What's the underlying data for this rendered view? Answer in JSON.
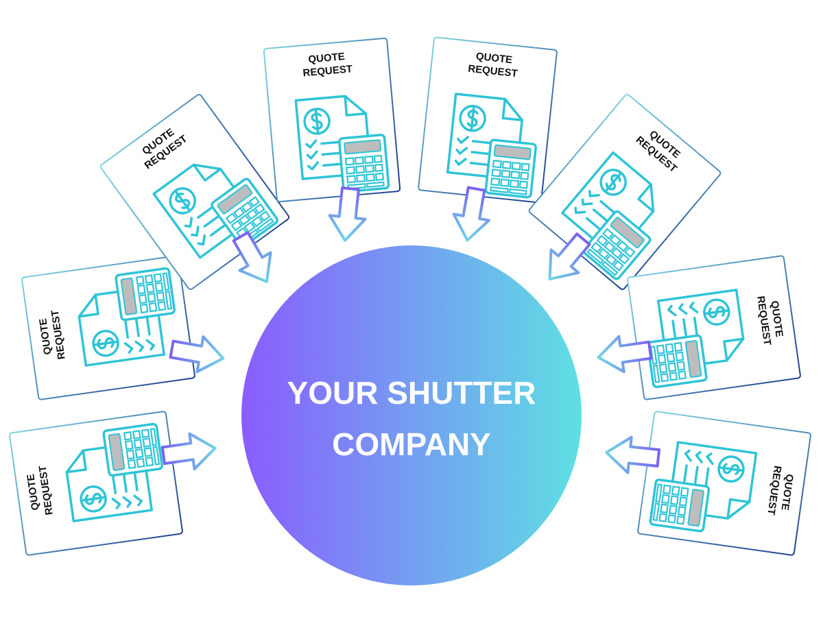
{
  "center": {
    "line1": "YOUR SHUTTER",
    "line2": "COMPANY"
  },
  "card": {
    "line1": "QUOTE",
    "line2": "REQUEST"
  },
  "cards": [
    {
      "line1": "QUOTE",
      "line2": "REQUEST"
    },
    {
      "line1": "QUOTE",
      "line2": "REQUEST"
    },
    {
      "line1": "QUOTE",
      "line2": "REQUEST"
    },
    {
      "line1": "QUOTE",
      "line2": "REQUEST"
    },
    {
      "line1": "QUOTE",
      "line2": "REQUEST"
    },
    {
      "line1": "QUOTE",
      "line2": "REQUEST"
    },
    {
      "line1": "QUOTE",
      "line2": "REQUEST"
    },
    {
      "line1": "QUOTE",
      "line2": "REQUEST"
    }
  ],
  "colors": {
    "icon_teal": "#2ec4d6",
    "card_border_dark": "#1f3f8f",
    "card_border_light": "#7fd3df",
    "arrow_purple": "#7a63f0",
    "arrow_cyan": "#6fd4e6",
    "circle_left": "#8a5cff",
    "circle_right": "#5ee0e3",
    "calc_display": "#bdbdbd"
  },
  "icons": [
    "quote-document-icon",
    "dollar-icon",
    "checklist-icon",
    "calculator-icon",
    "inbound-arrow-icon"
  ]
}
